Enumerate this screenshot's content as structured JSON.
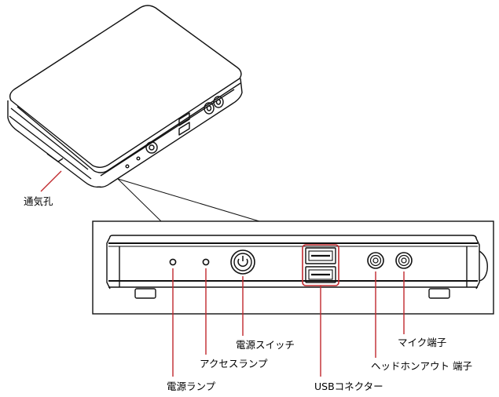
{
  "labels": {
    "vent": "通気孔",
    "power_lamp": "電源ランプ",
    "access_lamp": "アクセスランプ",
    "power_switch": "電源スイッチ",
    "usb_connector": "USBコネクター",
    "headphone_jack": "ヘッドホンアウト 端子",
    "mic_jack": "マイク端子"
  },
  "colors": {
    "callout": "#c0282d",
    "line": "#111111",
    "background": "#ffffff"
  }
}
